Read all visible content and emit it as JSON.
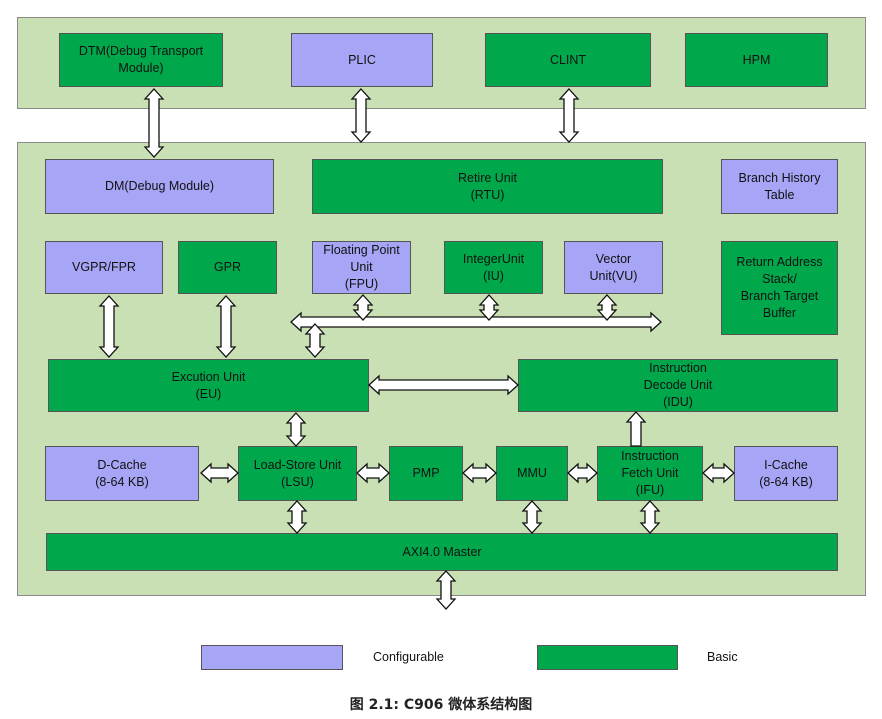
{
  "top_blocks": {
    "dtm": "DTM(Debug Transport\nModule)",
    "plic": "PLIC",
    "clint": "CLINT",
    "hpm": "HPM"
  },
  "core_blocks": {
    "dm": "DM(Debug Module)",
    "rtu": "Retire Unit\n(RTU)",
    "bht": "Branch History\nTable",
    "vgpr": "VGPR/FPR",
    "gpr": "GPR",
    "fpu": "Floating Point\nUnit\n(FPU)",
    "iu": "IntegerUnit\n(IU)",
    "vu": "Vector\nUnit(VU)",
    "ras": "Return Address\nStack/\nBranch Target\nBuffer",
    "eu": "Excution Unit\n(EU)",
    "idu": "Instruction\nDecode Unit\n(IDU)",
    "dcache": "D-Cache\n(8-64 KB)",
    "lsu": "Load-Store Unit\n(LSU)",
    "pmp": "PMP",
    "mmu": "MMU",
    "ifu": "Instruction\nFetch Unit\n(IFU)",
    "icache": "I-Cache\n(8-64 KB)",
    "axi": "AXI4.0 Master"
  },
  "legend": {
    "configurable": "Configurable",
    "basic": "Basic"
  },
  "colors": {
    "configurable": "#a7a5f5",
    "basic": "#00a84b",
    "panel": "#c9e0b4"
  },
  "caption": "图 2.1: C906 微体系结构图"
}
